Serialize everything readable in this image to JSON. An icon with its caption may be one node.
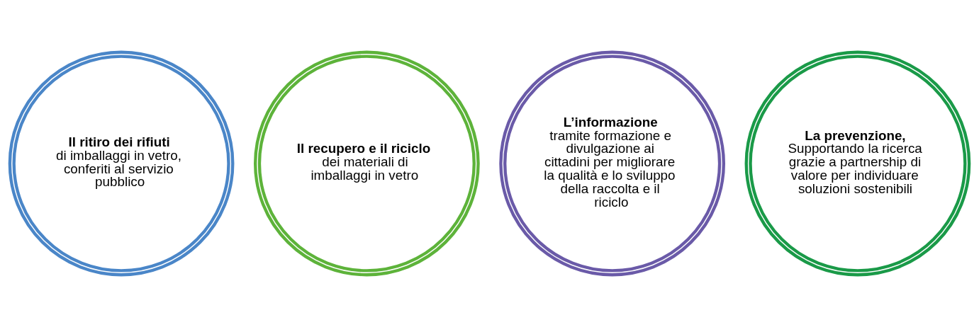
{
  "diagram": {
    "nodes": [
      {
        "text": [
          "Il ritiro dei rifiuti",
          "di imballaggi in vetro, conferiti al servizio pubblico"
        ]
      },
      {
        "text": [
          "Il recupero e il riciclo",
          "dei materiali di imballaggi in vetro"
        ]
      },
      {
        "text": [
          "L’informazione",
          "tramite formazione e divulgazione ai cittadini per migliorare la qualità e lo sviluppo della raccolta e il riciclo"
        ]
      },
      {
        "text": [
          "La prevenzione,",
          "Supportando la ricerca grazie a partnership di valore per individuare soluzioni sostenibili"
        ]
      }
    ]
  }
}
